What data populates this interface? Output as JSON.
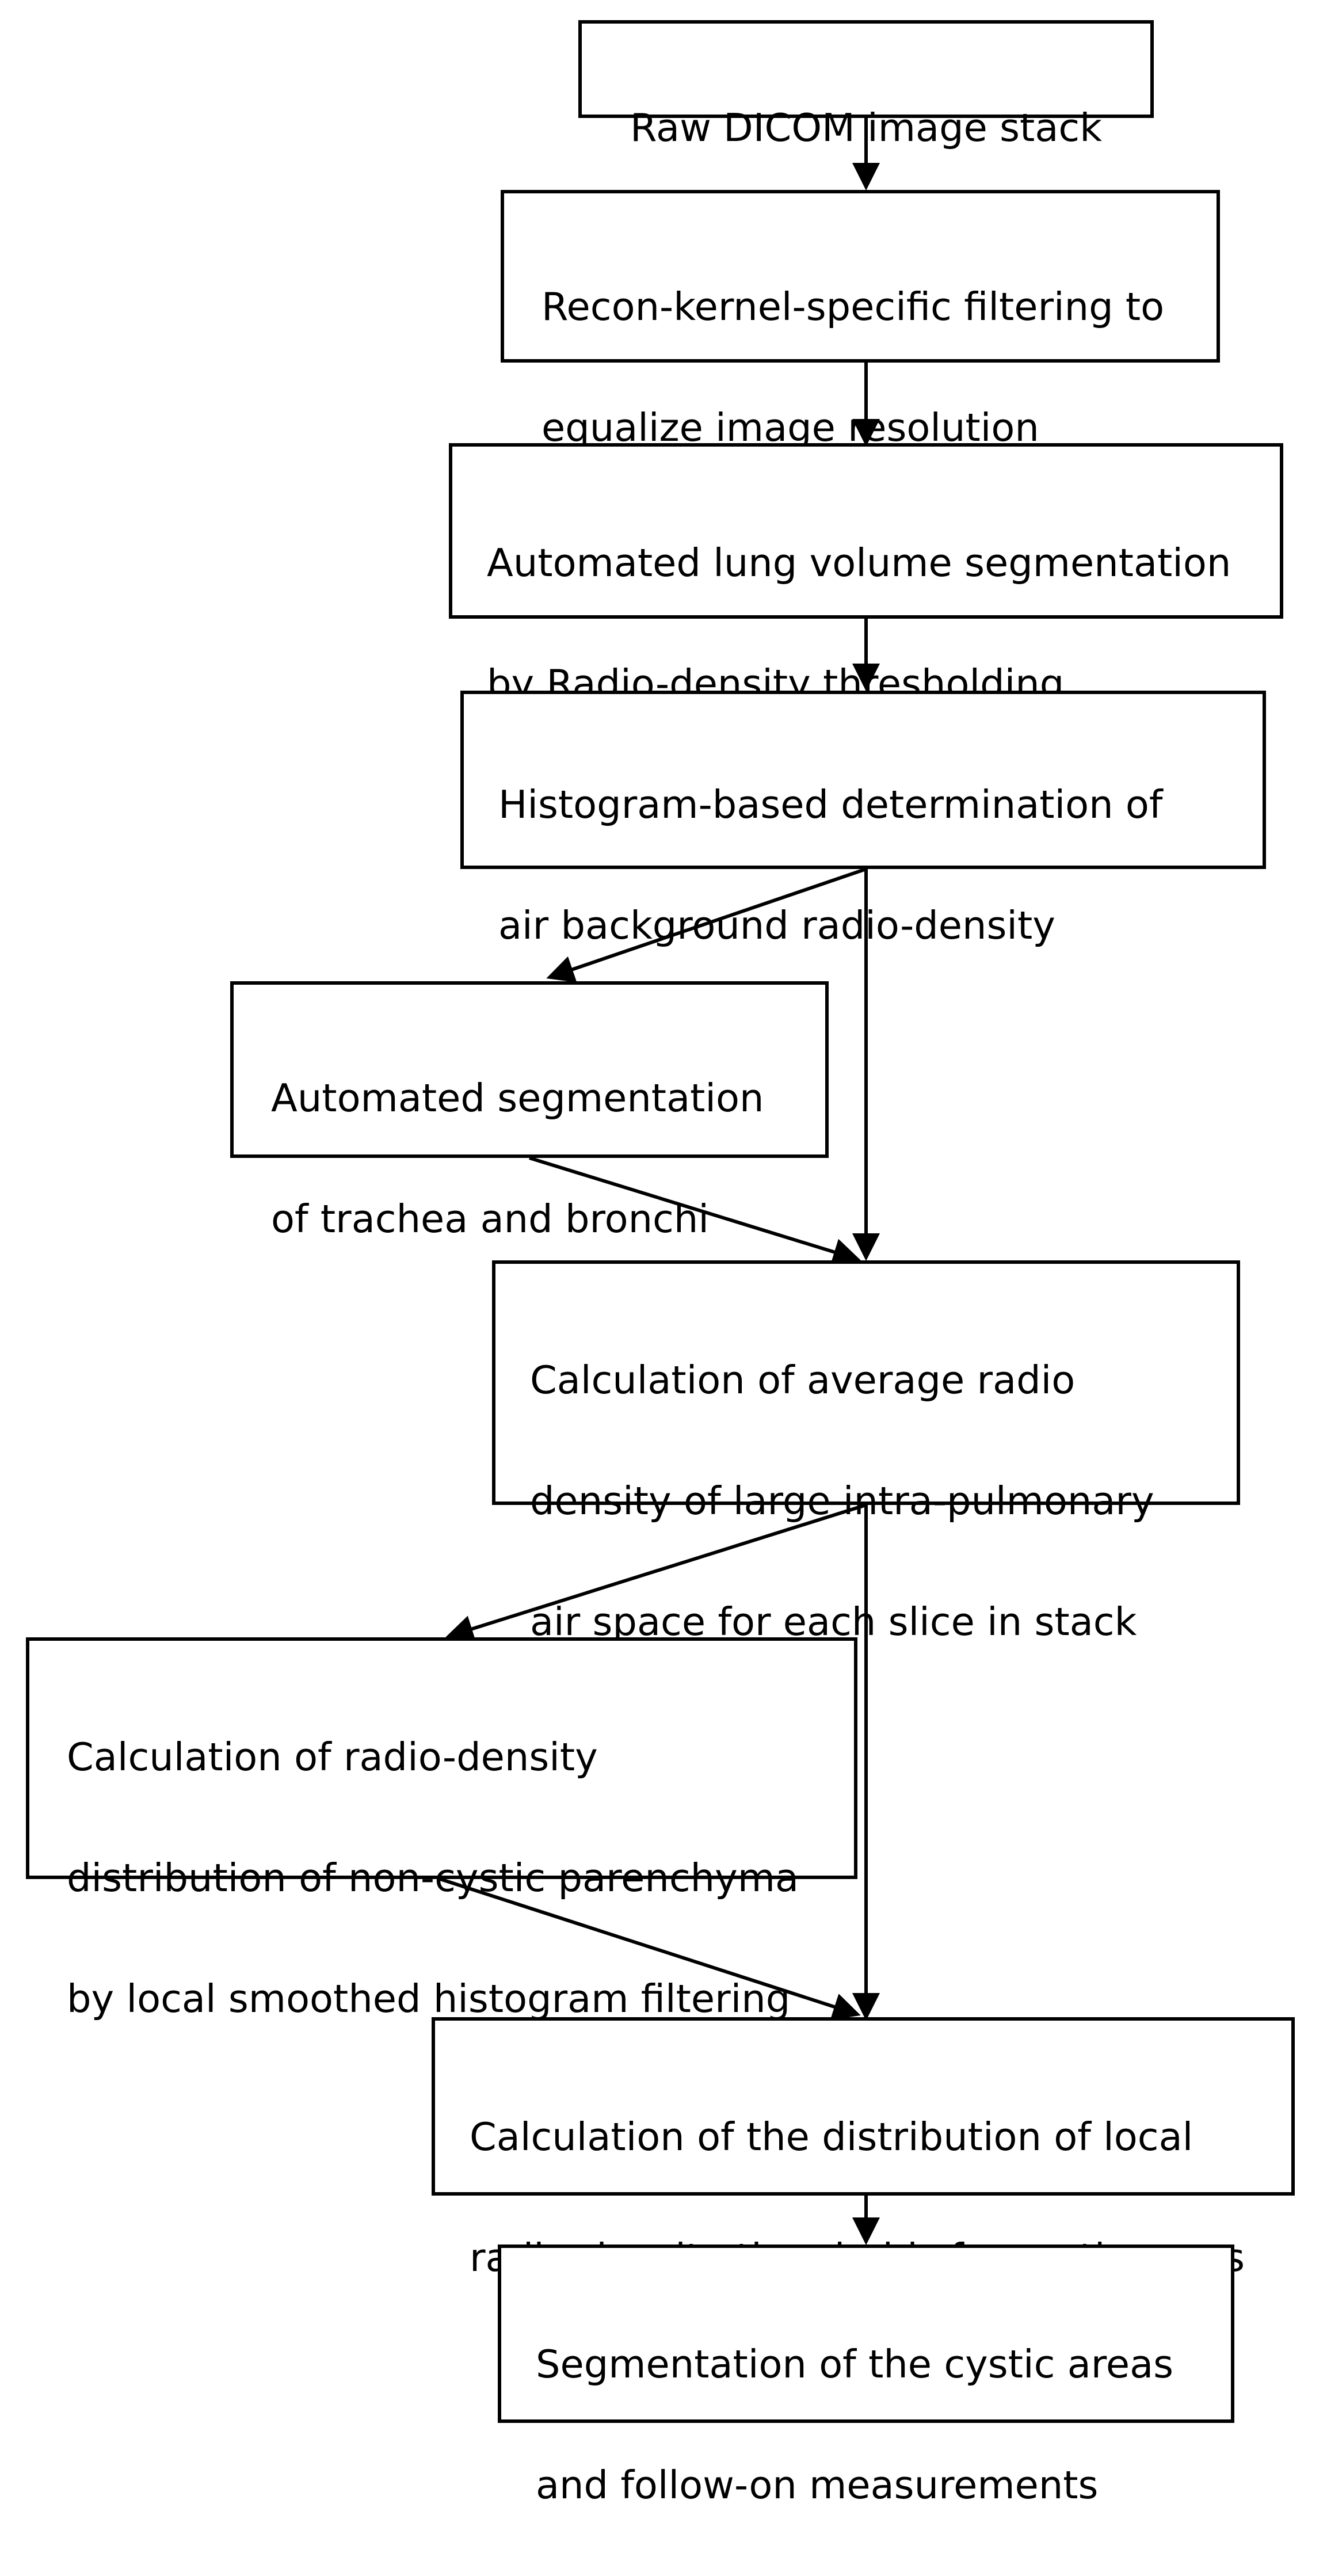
{
  "steps": [
    {
      "id": "raw-dicom",
      "lines": [
        "Raw DICOM image stack"
      ]
    },
    {
      "id": "recon-kernel-filtering",
      "lines": [
        "Recon-kernel-specific filtering to",
        "equalize image resolution"
      ]
    },
    {
      "id": "lung-volume-segmentation",
      "lines": [
        "Automated lung volume segmentation",
        "by Radio-density thresholding"
      ]
    },
    {
      "id": "histogram-air-background",
      "lines": [
        "Histogram-based determination of",
        "air background radio-density"
      ]
    },
    {
      "id": "trachea-bronchi-segmentation",
      "lines": [
        "Automated segmentation",
        "of trachea and bronchi"
      ]
    },
    {
      "id": "average-radio-density",
      "lines": [
        "Calculation of average radio",
        "density of large intra-pulmonary",
        "air space for each slice in stack"
      ]
    },
    {
      "id": "non-cystic-distribution",
      "lines": [
        "Calculation of radio-density",
        "distribution of non-cystic parenchyma",
        "by local smoothed histogram filtering"
      ]
    },
    {
      "id": "local-thresholds",
      "lines": [
        "Calculation of the distribution of local",
        "radio-density thresholds for cystic areas"
      ]
    },
    {
      "id": "cystic-segmentation",
      "lines": [
        "Segmentation of the cystic areas",
        "and follow-on measurements"
      ]
    }
  ],
  "colors": {
    "stroke": "#000000",
    "background": "#ffffff"
  }
}
